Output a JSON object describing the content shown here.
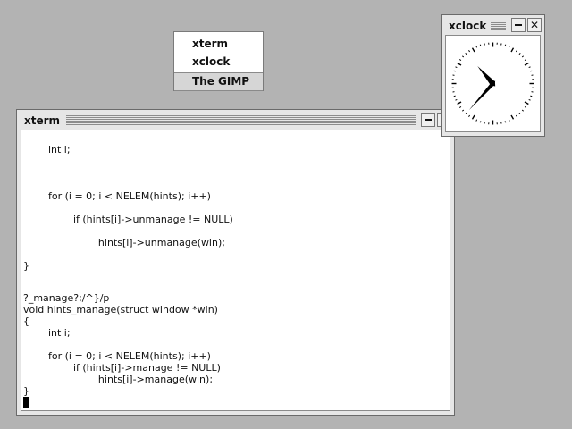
{
  "menu": {
    "items": [
      {
        "label": "xterm"
      },
      {
        "label": "xclock"
      },
      {
        "label": "The GIMP"
      }
    ],
    "selected_index": 2
  },
  "xterm": {
    "title": "xterm",
    "lines": [
      "\tint i;",
      "",
      "\tfor (i = 0; i < NELEM(hints); i++)",
      "\t\tif (hints[i]->unmanage != NULL)",
      "\t\t\thints[i]->unmanage(win);",
      "}",
      "?_manage?;/^}/p",
      "void hints_manage(struct window *win)",
      "{",
      "\tint i;",
      "",
      "\tfor (i = 0; i < NELEM(hints); i++)",
      "\t\tif (hints[i]->manage != NULL)",
      "\t\t\thints[i]->manage(win);",
      "}"
    ]
  },
  "xclock": {
    "title": "xclock",
    "time_shown": "10:37"
  },
  "colors": {
    "desktop": "#b3b3b3",
    "window_frame": "#e6e6e6",
    "terminal_bg": "#ffffff",
    "menu_highlight": "#d6d6d6"
  },
  "icons": {
    "minimize": "minimize-icon",
    "close": "close-icon"
  }
}
